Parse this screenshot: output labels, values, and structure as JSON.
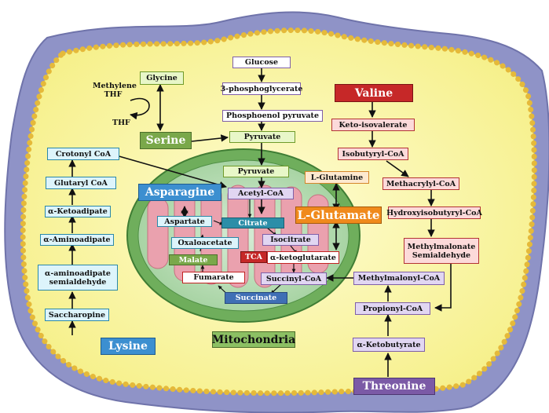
{
  "amino_acids": {
    "serine": "Serine",
    "asparagine": "Asparagine",
    "lysine": "Lysine",
    "valine": "Valine",
    "l_glutamate": "L-Glutamate",
    "threonine": "Threonine"
  },
  "organelle_label": "Mitochondria",
  "cofactors": {
    "methylene_thf": "Methylene\nTHF",
    "thf": "THF"
  },
  "glycolysis": [
    "Glucose",
    "3-phosphoglycerate",
    "Phosphoenol pyruvate",
    "Pyruvate"
  ],
  "glycine": "Glycine",
  "lysine_pathway": [
    "Crotonyl CoA",
    "Glutaryl CoA",
    "α-Ketoadipate",
    "α-Aminoadipate",
    "α-aminoadipate\nsemialdehyde",
    "Saccharopine"
  ],
  "valine_pathway": [
    "Keto-isovalerate",
    "Isobutyryl-CoA",
    "Methacrylyl-CoA",
    "Hydroxyisobutyryl-CoA",
    "Methylmalonate\nSemialdehyde"
  ],
  "threonine_pathway": [
    "α-Ketobutyrate",
    "Propionyl-CoA",
    "Methylmalonyl-CoA"
  ],
  "mito": {
    "pyruvate": "Pyruvate",
    "acetyl_coa": "Acetyl-CoA",
    "l_glutamine": "L-Glutamine",
    "citrate": "Citrate",
    "isocitrate": "Isocitrate",
    "alpha_kg": "α-ketoglutarate",
    "succinyl_coa": "Succinyl-CoA",
    "succinate": "Succinate",
    "fumarate": "Fumarate",
    "malate": "Malate",
    "oxaloacetate": "Oxaloacetate",
    "aspartate": "Aspartate",
    "tca": "TCA"
  },
  "colors": {
    "cytoplasm": "#fbf8a6",
    "membrane_outer": "#8f93c7",
    "mito_outer": "#6fae5c",
    "mito_inner": "#e9a4b0",
    "amino_label": "#3c8fd0",
    "valine": "#c62828",
    "glutamate": "#f08a1c",
    "threonine": "#7b5aa6"
  }
}
